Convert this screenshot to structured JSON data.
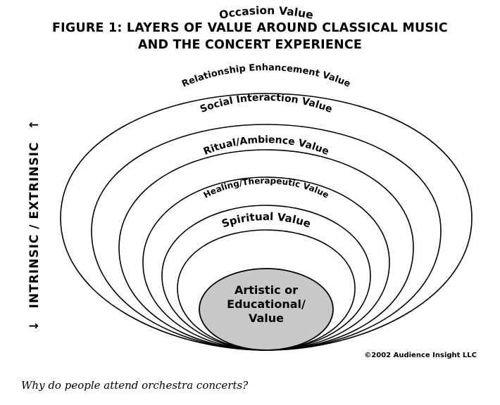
{
  "title": {
    "line1": "FIGURE 1: LAYERS OF VALUE AROUND CLASSICAL MUSIC",
    "line2": "AND THE CONCERT EXPERIENCE"
  },
  "axis": {
    "arrow_down": "↓",
    "label": "INTRINSIC / EXTRINSIC",
    "arrow_up": "↑"
  },
  "layers": [
    "Occasion Value",
    "Relationship Enhancement Value",
    "Social Interaction Value",
    "Ritual/Ambience Value",
    "Healing/Therapeutic Value",
    "Spiritual Value"
  ],
  "core": {
    "line1": "Artistic or",
    "line2": "Educational/",
    "line3": "Value"
  },
  "colors": {
    "core_fill": "#c8c8c8",
    "stroke": "#000000"
  },
  "copyright": "©2002 Audience Insight LLC",
  "caption": "Why do people attend orchestra concerts?"
}
